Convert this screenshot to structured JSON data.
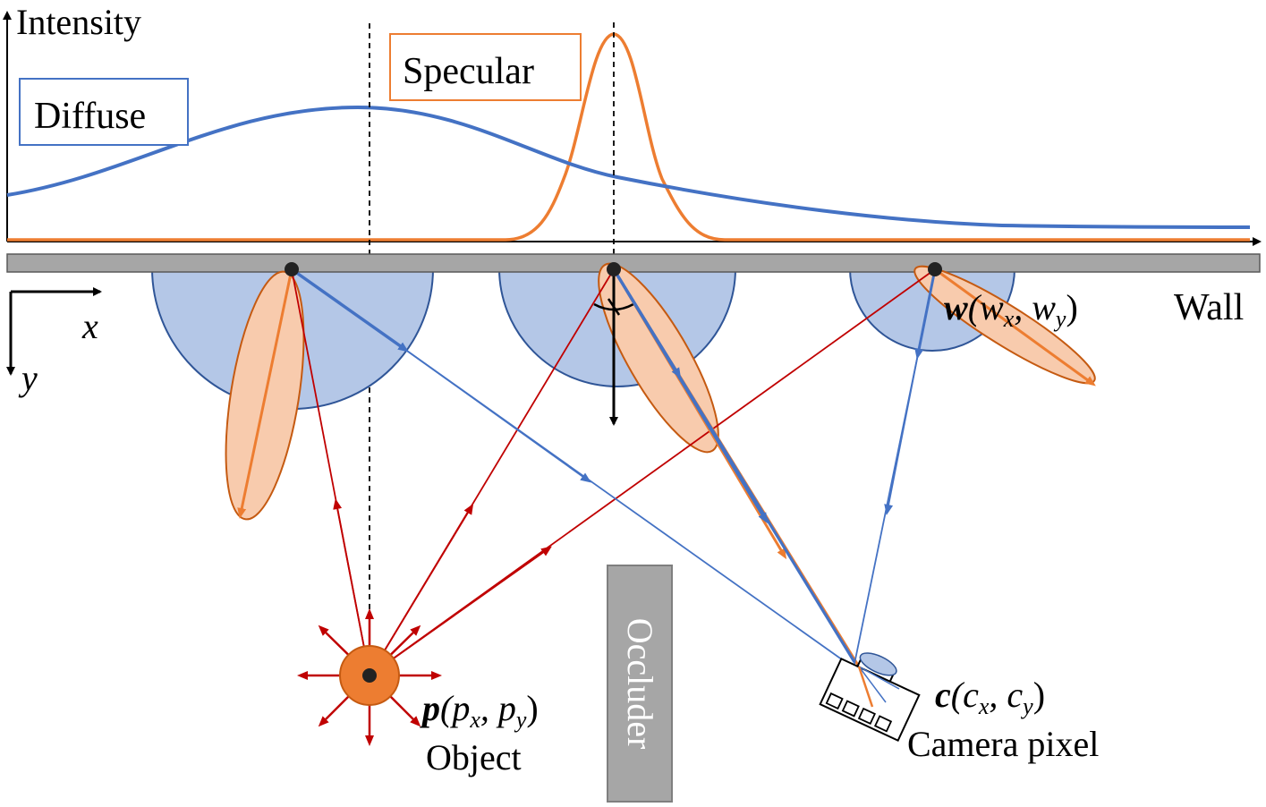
{
  "labels": {
    "intensity": "Intensity",
    "diffuse": "Diffuse",
    "specular": "Specular",
    "axis_x": "x",
    "axis_y": "y",
    "wall": "Wall",
    "wall_point_bold": "w",
    "wall_point_coords": "(w",
    "wall_point_sub_x": "x",
    "wall_point_sep": ", w",
    "wall_point_sub_y": "y",
    "wall_point_close": ")",
    "object_point_bold": "p",
    "object_point_coords": "(p",
    "object_point_sub_x": "x",
    "object_point_sep": ", p",
    "object_point_sub_y": "y",
    "object_point_close": ")",
    "object": "Object",
    "camera_point_bold": "c",
    "camera_point_coords": "(c",
    "camera_point_sub_x": "x",
    "camera_point_sep": ", c",
    "camera_point_sub_y": "y",
    "camera_point_close": ")",
    "camera": "Camera pixel",
    "occluder": "Occluder"
  },
  "colors": {
    "diffuse": "#4472c4",
    "specular": "#ed7d31",
    "light_ray": "#c00000",
    "lobe_diffuse_fill": "#b4c7e7",
    "lobe_specular_fill": "#f8cbad",
    "wall_fill": "#a6a6a6",
    "occluder_fill": "#a6a6a6",
    "object_fill": "#ed7d31"
  }
}
